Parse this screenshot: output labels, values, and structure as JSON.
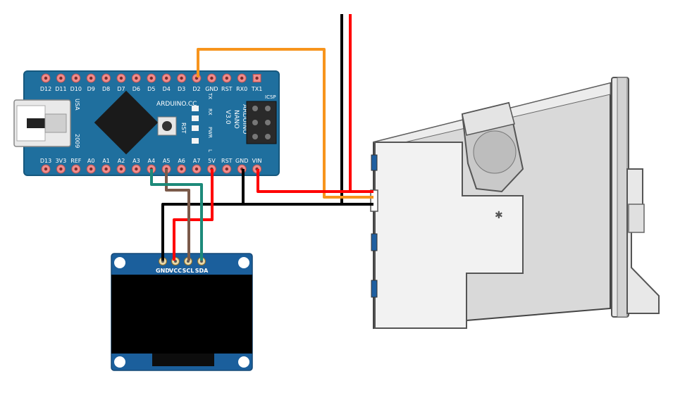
{
  "arduino": {
    "top_pins": [
      "D12",
      "D11",
      "D10",
      "D9",
      "D8",
      "D7",
      "D6",
      "D5",
      "D4",
      "D3",
      "D2",
      "GND",
      "RST",
      "RX0",
      "TX1"
    ],
    "bottom_pins": [
      "D13",
      "3V3",
      "REF",
      "A0",
      "A1",
      "A2",
      "A3",
      "A4",
      "A5",
      "A6",
      "A7",
      "5V",
      "RST",
      "GND",
      "VIN"
    ],
    "brand": "ARDUINO.CC",
    "model_line1": "ARDUINO",
    "model_line2": "NANO",
    "model_line3": "V3.0",
    "usa": "USA",
    "year": "2009",
    "icsp": "ICSP",
    "rst_label": "RST",
    "led_tx": "TX",
    "led_rx": "RX",
    "led_pwr": "PWR",
    "led_l": "L"
  },
  "oled": {
    "pins": [
      "GND",
      "VCC",
      "SCL",
      "SDA"
    ]
  },
  "colors": {
    "board_blue": "#1f6f9e",
    "oled_blue": "#1b5f9c",
    "wire_red": "#ff0000",
    "wire_black": "#000000",
    "wire_orange": "#f7941d",
    "wire_brown": "#7b5a4a",
    "wire_green": "#1d8a7a",
    "pin_pink": "#ef8c8c"
  }
}
